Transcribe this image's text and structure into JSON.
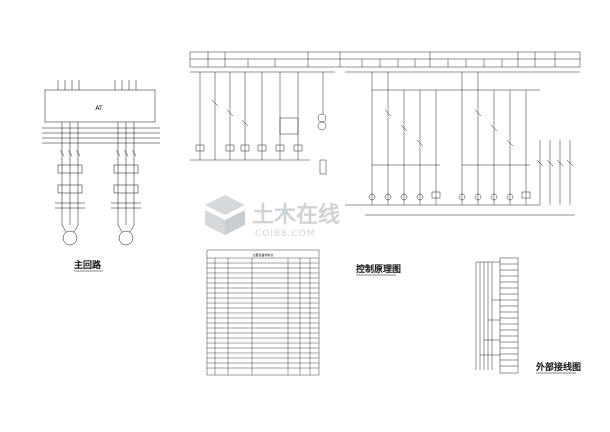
{
  "labels": {
    "main_circuit": "主回路",
    "control_diagram": "控制原理图",
    "external_wiring": "外部接线图",
    "at_box": "AT",
    "table_title": "主要设备材料表"
  },
  "watermark": {
    "main": "土木在线",
    "sub": "COI88.COM"
  },
  "colors": {
    "line": "#111111",
    "watermark": "#cfd3d6",
    "background": "#ffffff"
  }
}
